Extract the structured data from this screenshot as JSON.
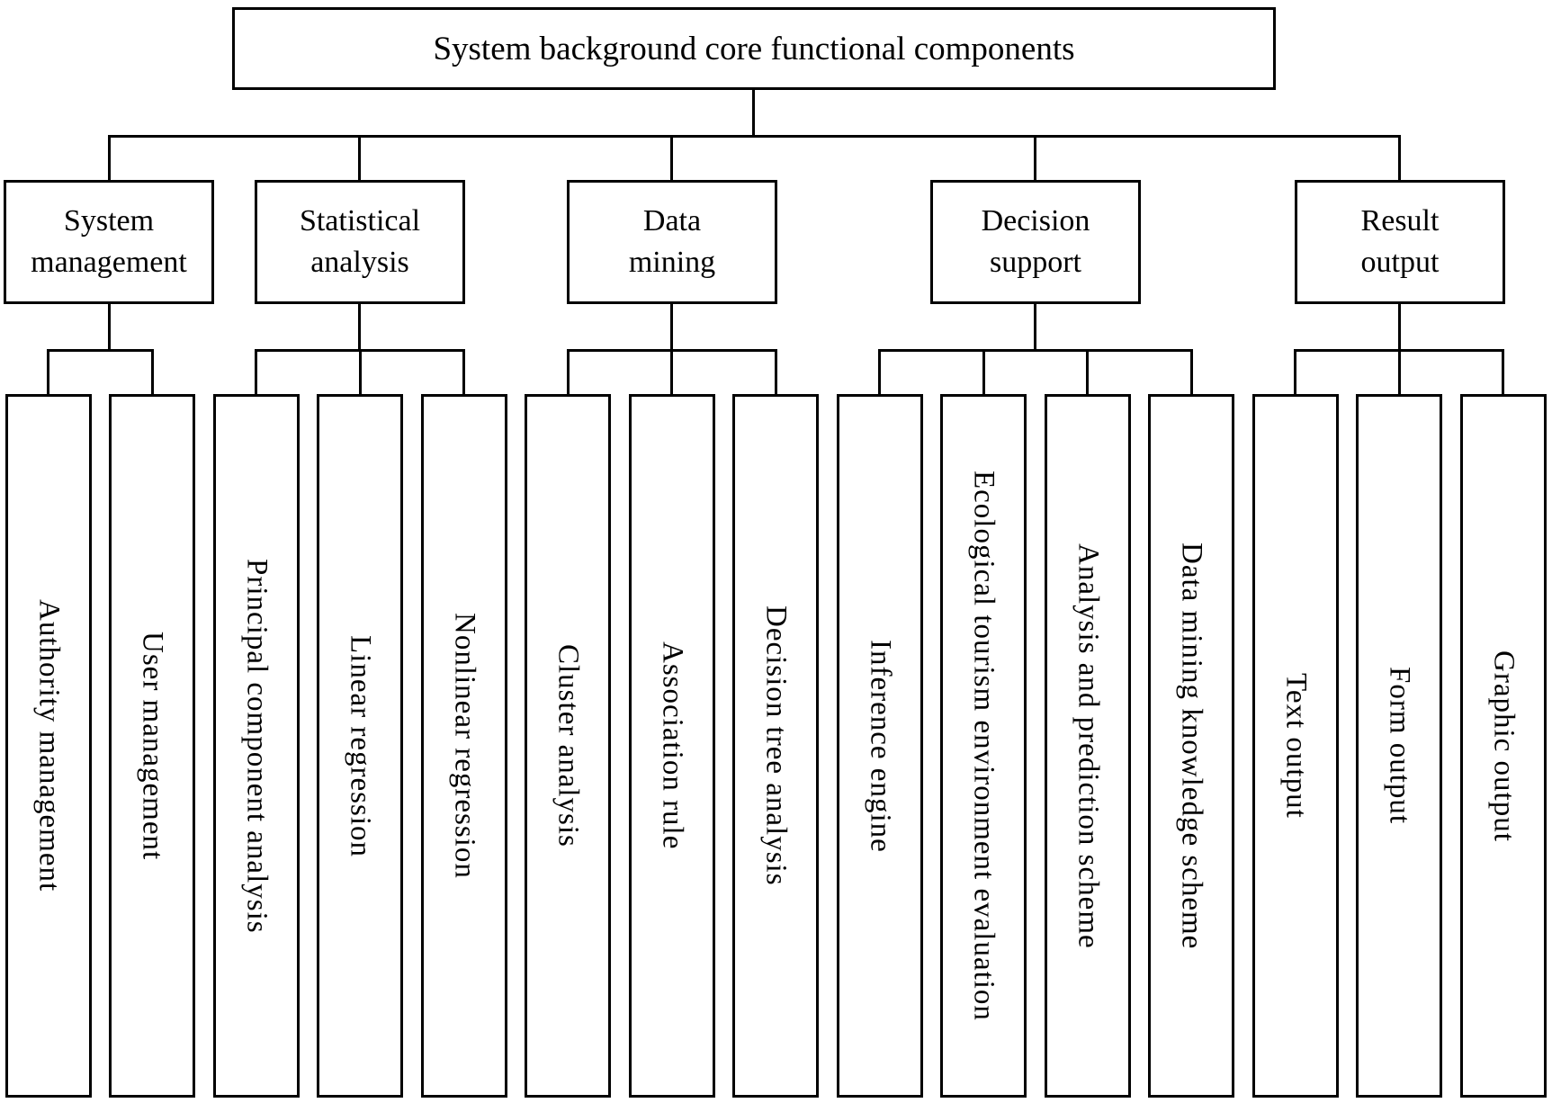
{
  "title": "System background core functional components",
  "groups": [
    {
      "label": "System\nmanagement",
      "children": [
        "Authority management",
        "User management"
      ]
    },
    {
      "label": "Statistical\nanalysis",
      "children": [
        "Principal component analysis",
        "Linear regression",
        "Nonlinear regression"
      ]
    },
    {
      "label": "Data\nmining",
      "children": [
        "Cluster analysis",
        "Association rule",
        "Decision tree analysis"
      ]
    },
    {
      "label": "Decision\nsupport",
      "children": [
        "Inference engine",
        "Ecological tourism environment evaluation",
        "Analysis and prediction scheme",
        "Data mining knowledge scheme"
      ]
    },
    {
      "label": "Result\noutput",
      "children": [
        "Text output",
        "Form output",
        "Graphic output"
      ]
    }
  ],
  "colors": {
    "line": "#000000",
    "background": "#ffffff"
  }
}
